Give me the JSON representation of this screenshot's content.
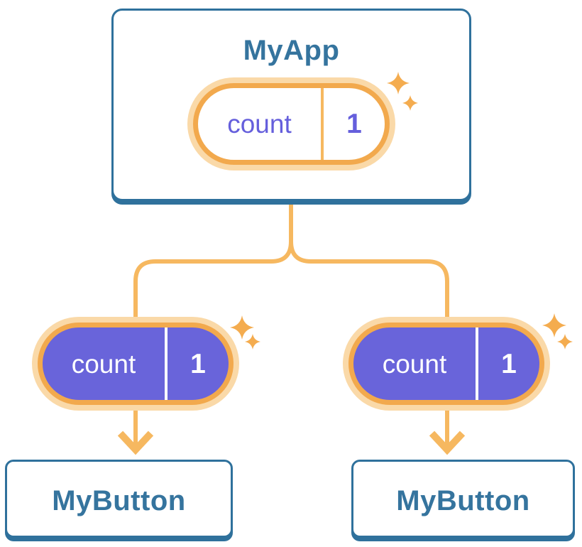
{
  "diagram": {
    "type": "component-tree",
    "root": {
      "title": "MyApp",
      "state_pill": {
        "label": "count",
        "value": "1"
      },
      "icon": "sparkles-icon"
    },
    "children": [
      {
        "title": "MyButton",
        "prop_pill": {
          "label": "count",
          "value": "1"
        },
        "icon": "sparkles-icon"
      },
      {
        "title": "MyButton",
        "prop_pill": {
          "label": "count",
          "value": "1"
        },
        "icon": "sparkles-icon"
      }
    ],
    "colors": {
      "background": "#FFFFFF",
      "card_border_blue": "#2F719C",
      "heading_text_blue": "#35749E",
      "pill_purple": "#6964DA",
      "pill_purple_text": "#655FDC",
      "pill_ring_orange": "#F2A94D",
      "pill_glow_peach": "#FAD9A8",
      "connector_orange": "#F6B860",
      "sparkle_orange": "#F4AC4F"
    }
  }
}
